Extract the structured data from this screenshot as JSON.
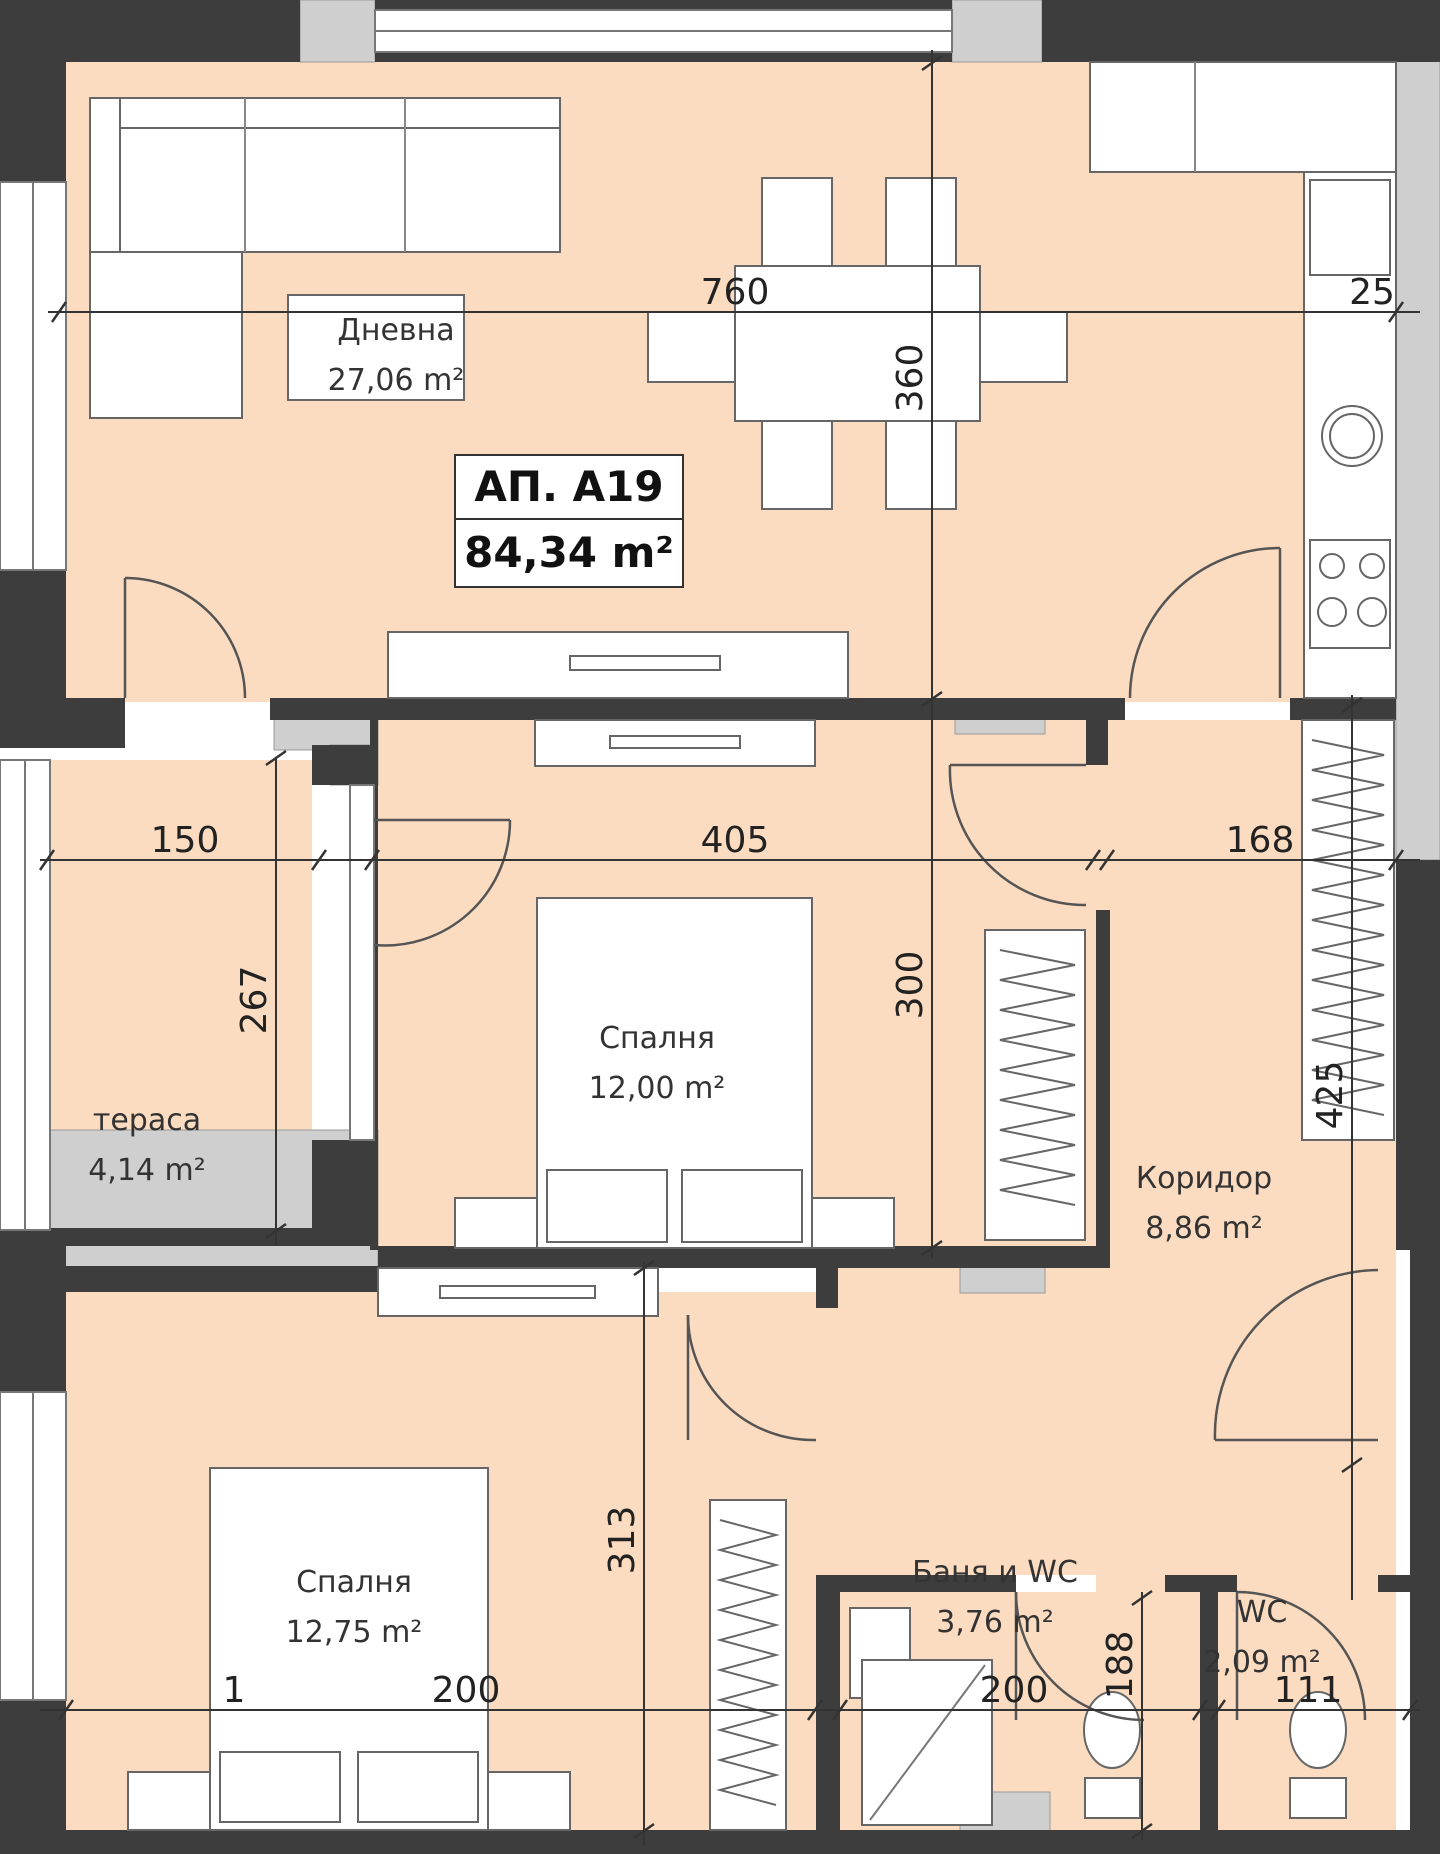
{
  "apartment": {
    "code": "АП. А19",
    "area": "84,34 m²"
  },
  "colors": {
    "floor": "#fbdcc1",
    "wall": "#3d3d3d",
    "background": "#ffffff"
  },
  "rooms": {
    "living": {
      "name": "Дневна",
      "area": "27,06 m²"
    },
    "terrace": {
      "name": "тераса",
      "area": "4,14 m²"
    },
    "bedroom1": {
      "name": "Спалня",
      "area": "12,00 m²"
    },
    "corridor": {
      "name": "Коридор",
      "area": "8,86 m²"
    },
    "bedroom2": {
      "name": "Спалня",
      "area": "12,75 m²"
    },
    "bathroom": {
      "name": "Баня и WC",
      "area": "3,76 m²"
    },
    "wc": {
      "name": "WC",
      "area": "2,09 m²"
    }
  },
  "dimensions": {
    "d760": "760",
    "d25": "25",
    "d360": "360",
    "d150": "150",
    "d405": "405",
    "d168": "168",
    "d267": "267",
    "d300": "300",
    "d425": "425",
    "d313": "313",
    "d200a": "200",
    "d200b": "200",
    "d188": "188",
    "d111": "111",
    "d1": "1"
  }
}
